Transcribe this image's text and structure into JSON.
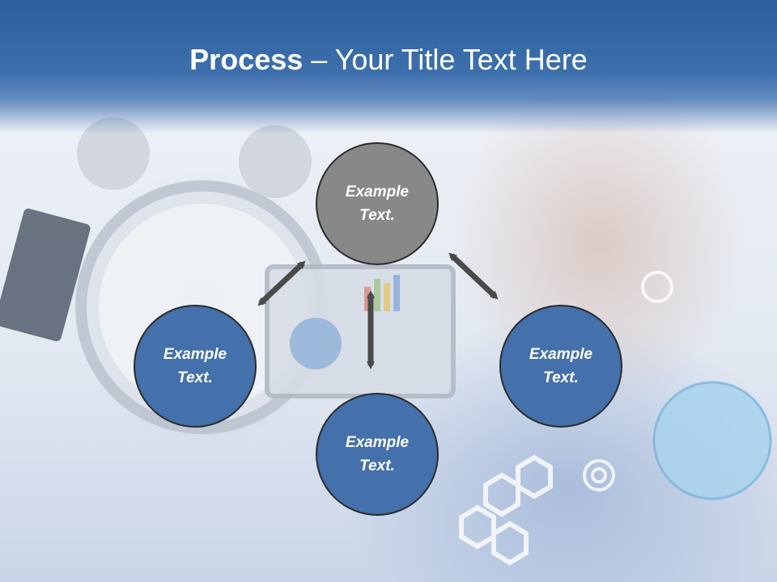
{
  "title": {
    "bold": "Process",
    "rest": " – Your Title Text Here"
  },
  "nodes": {
    "top": {
      "line1": "Example",
      "line2": "Text."
    },
    "left": {
      "line1": "Example",
      "line2": "Text."
    },
    "right": {
      "line1": "Example",
      "line2": "Text."
    },
    "bottom": {
      "line1": "Example",
      "line2": "Text."
    }
  },
  "colors": {
    "header": "#3d6fad",
    "node_gray": "#888888",
    "node_blue": "#4470ab",
    "arrow": "#4a4a4a"
  }
}
